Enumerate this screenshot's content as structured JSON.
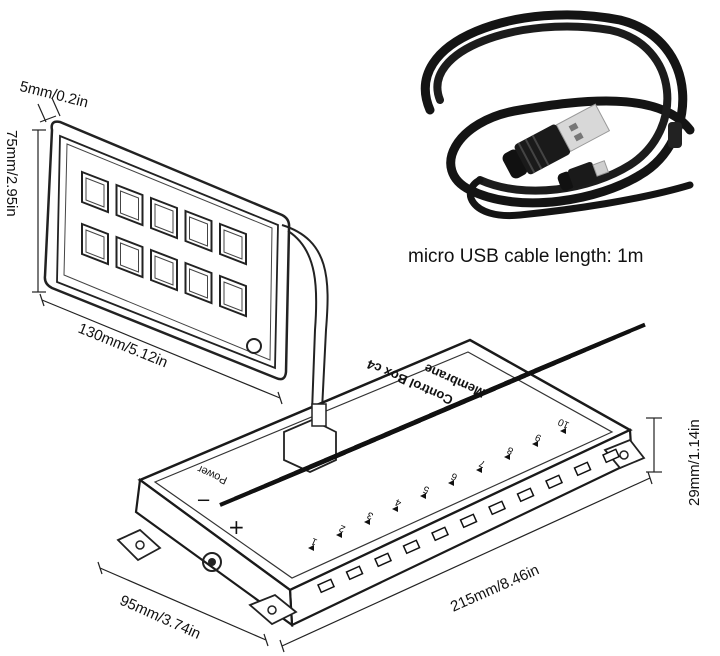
{
  "dimensions": {
    "frame_thickness": "5mm/0.2in",
    "panel_height": "75mm/2.95in",
    "panel_width": "130mm/5.12in",
    "box_height": "29mm/1.14in",
    "box_length": "215mm/8.46in",
    "box_depth": "95mm/3.74in"
  },
  "cable": {
    "caption": "micro USB cable length: 1m"
  },
  "control_box": {
    "title_line1": "Membrane",
    "title_line2": "Control Box c4",
    "power_label": "Power",
    "terminal_numbers": [
      "1",
      "2",
      "3",
      "4",
      "5",
      "6",
      "7",
      "8",
      "9",
      "10"
    ]
  },
  "panel": {
    "rows": 2,
    "columns": 5
  },
  "colors": {
    "ink": "#111111",
    "cable": "#141414",
    "plug": "#cfcfcf",
    "background": "#ffffff"
  }
}
